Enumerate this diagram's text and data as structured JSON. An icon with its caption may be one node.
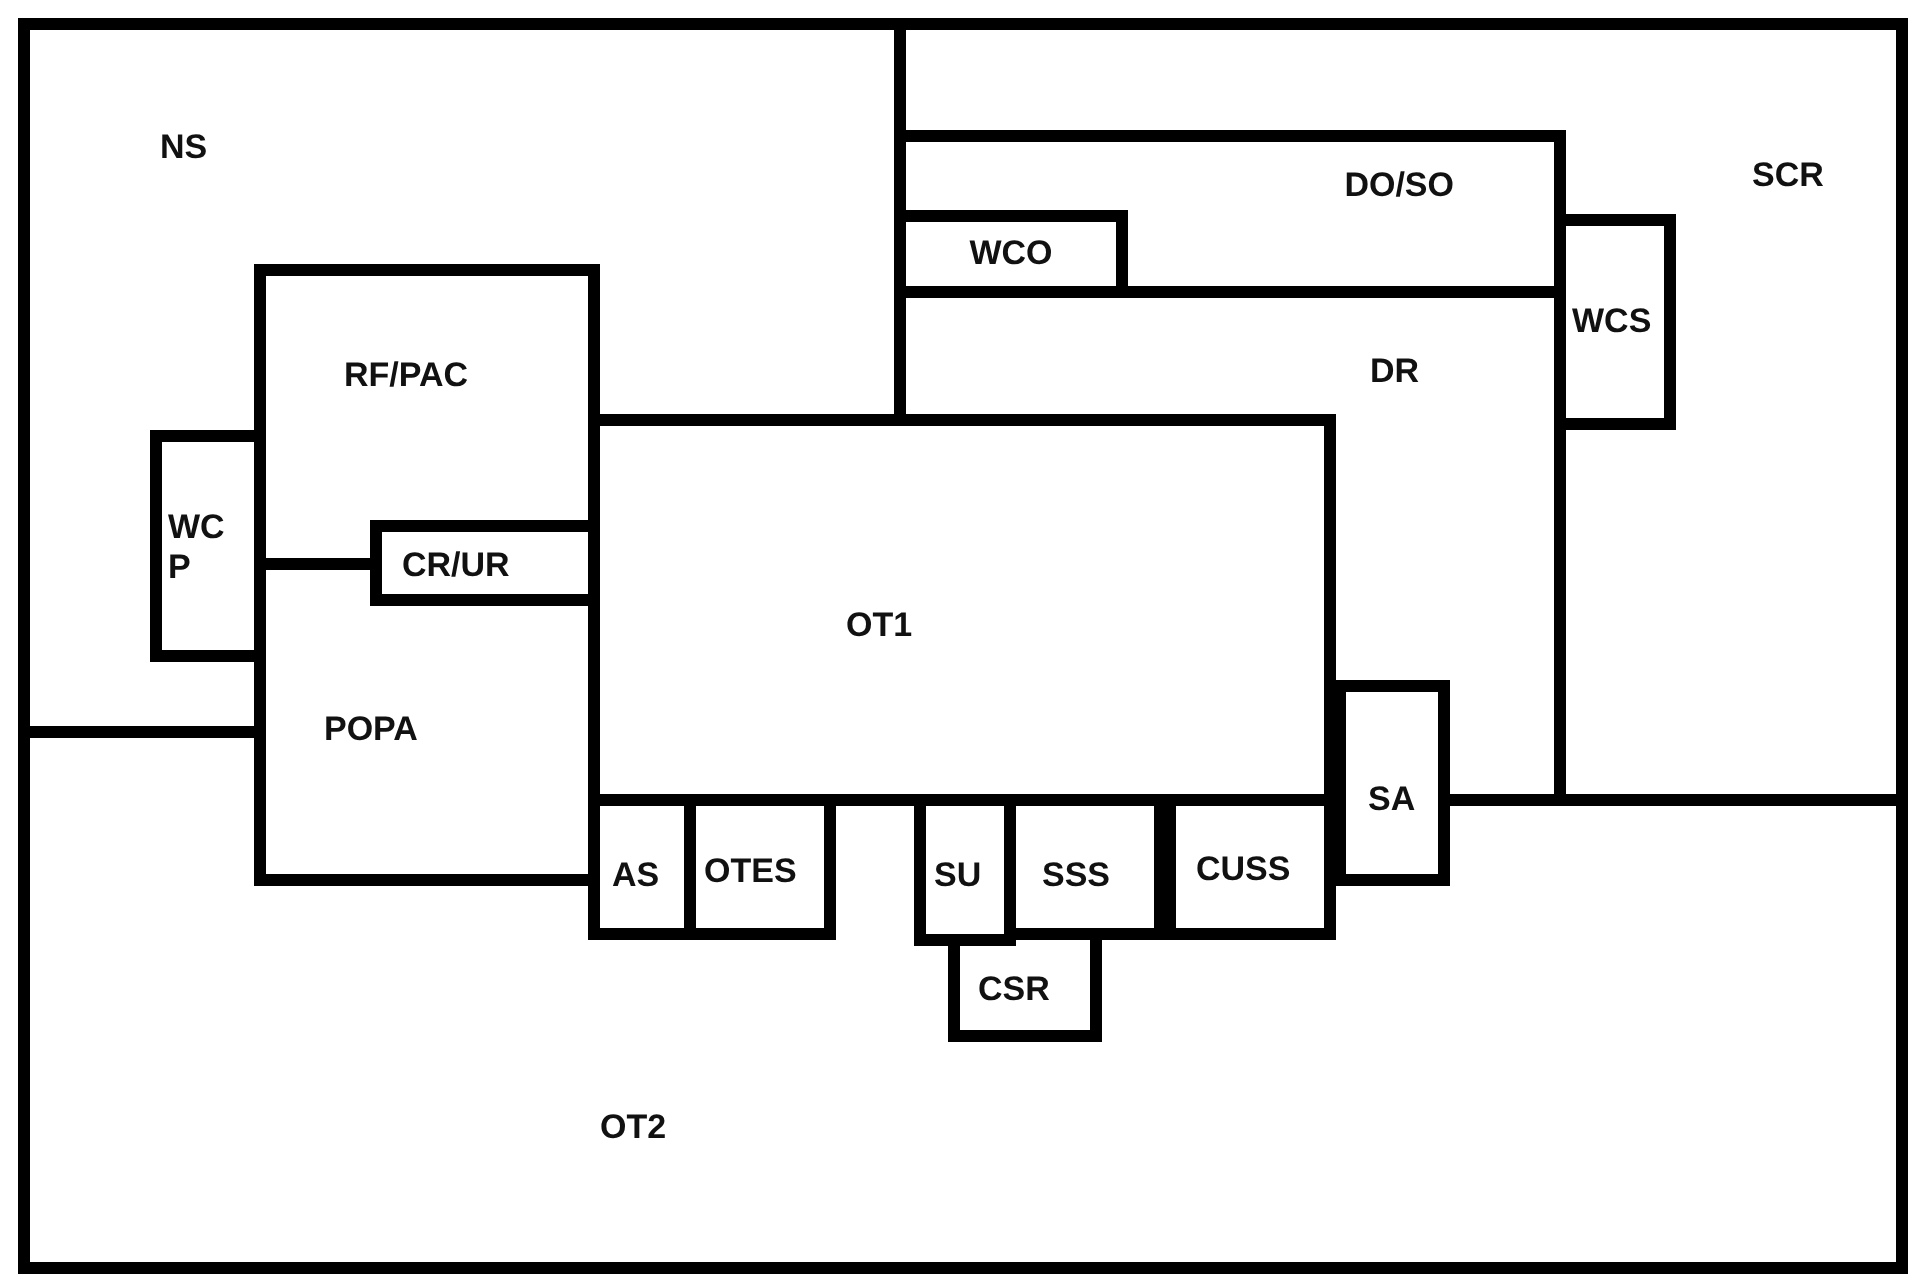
{
  "diagram": {
    "nodes": [
      {
        "text": [
          "NS"
        ]
      },
      {
        "text": [
          "DO/SO"
        ]
      },
      {
        "text": [
          "SCR"
        ]
      },
      {
        "text": [
          "WCO"
        ],
        "in": 1
      },
      {
        "text": [
          "RF/PAC"
        ]
      },
      {
        "text": [
          "DR"
        ]
      },
      {
        "text": [
          "WCS"
        ]
      },
      {
        "text": [
          "WC P"
        ]
      },
      {
        "text": [
          "CR/UR"
        ]
      },
      {
        "text": [
          "OT1"
        ]
      },
      {
        "text": [
          "POPA"
        ]
      },
      {
        "text": [
          "SA"
        ]
      },
      {
        "text": [
          "AS"
        ]
      },
      {
        "text": [
          "OTES"
        ]
      },
      {
        "text": [
          "SU"
        ]
      },
      {
        "text": [
          "SSS"
        ]
      },
      {
        "text": [
          "CUSS"
        ]
      },
      {
        "text": [
          "CSR"
        ]
      },
      {
        "text": [
          "OT2"
        ]
      }
    ]
  }
}
